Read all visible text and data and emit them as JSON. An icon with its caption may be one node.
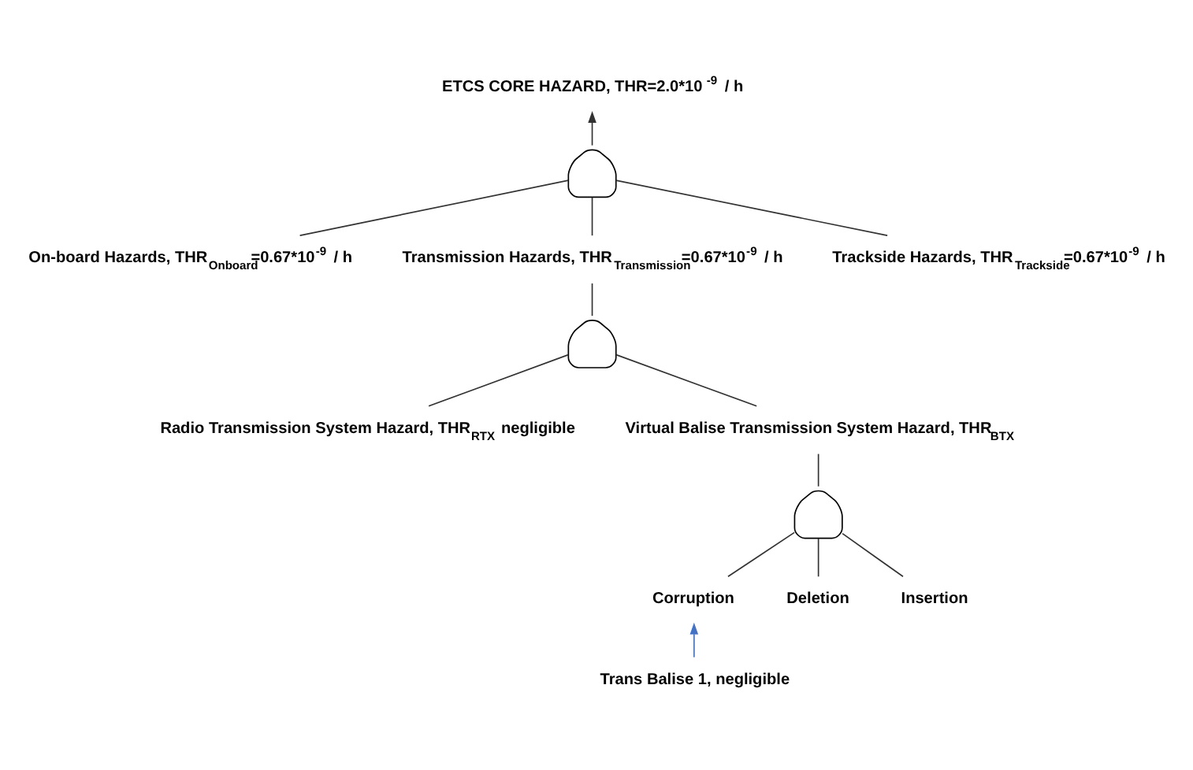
{
  "diagram": {
    "nodes": [
      {
        "text": [
          "ETCS CORE HAZARD, THR=2.0*10$^{-9}$ / h"
        ]
      },
      {
        "text": [],
        "shape": "gate"
      },
      {
        "text": [
          "On-board Hazards, THR$_{Onboard}$=0.67*10$^{-9}$ / h"
        ]
      },
      {
        "text": [
          "Transmission Hazards, THR$_{Transmission}$=0.67*10$^{-9}$ / h"
        ]
      },
      {
        "text": [
          "Trackside Hazards, THR$_{Trackside}$=0.67*10$^{-9}$ / h"
        ]
      },
      {
        "text": [],
        "shape": "gate"
      },
      {
        "text": [
          "Radio Transmission System Hazard, THR$_{RTX}$ negligible"
        ]
      },
      {
        "text": [
          "Virtual Balise Transmission System Hazard, THR$_{BTX}$"
        ]
      },
      {
        "text": [],
        "shape": "gate"
      },
      {
        "text": [
          "Corruption"
        ]
      },
      {
        "text": [
          "Deletion"
        ]
      },
      {
        "text": [
          "Insertion"
        ]
      },
      {
        "text": [
          "Trans Balise 1, negligible"
        ]
      }
    ],
    "edges": [
      {
        "from": 1,
        "to": 0,
        "arrow": "to"
      },
      {
        "from": 2,
        "to": 1,
        "arrow": "none"
      },
      {
        "from": 3,
        "to": 1,
        "arrow": "none"
      },
      {
        "from": 4,
        "to": 1,
        "arrow": "none"
      },
      {
        "from": 5,
        "to": 3,
        "arrow": "none"
      },
      {
        "from": 6,
        "to": 5,
        "arrow": "none"
      },
      {
        "from": 7,
        "to": 5,
        "arrow": "none"
      },
      {
        "from": 8,
        "to": 7,
        "arrow": "none"
      },
      {
        "from": 9,
        "to": 8,
        "arrow": "none"
      },
      {
        "from": 10,
        "to": 8,
        "arrow": "none"
      },
      {
        "from": 11,
        "to": 8,
        "arrow": "none"
      },
      {
        "from": 12,
        "to": 9,
        "arrow": "to",
        "color": "#4472c4"
      }
    ]
  }
}
